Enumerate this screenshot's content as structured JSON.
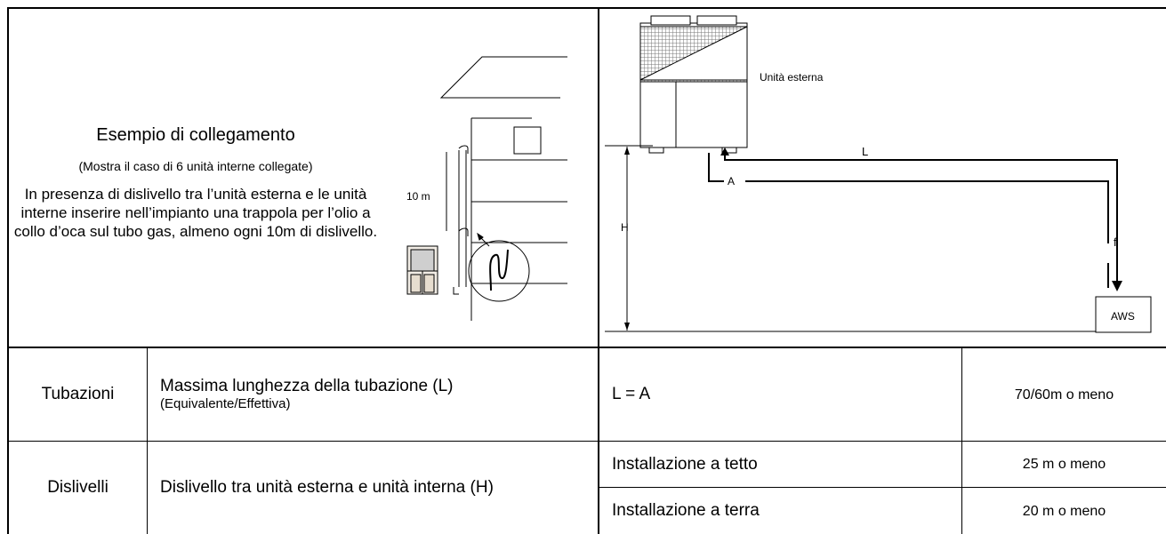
{
  "example": {
    "title": "Esempio di collegamento",
    "subtitle": "(Mostra il caso di 6 unità interne collegate)",
    "body": "In presenza di dislivello tra l’unità esterna e le unità interne inserire nell’impianto una trappola per l’olio a collo d’oca sul tubo gas, almeno ogni 10m di dislivello."
  },
  "building_diagram": {
    "height_label": "10 m"
  },
  "piping_diagram": {
    "outdoor_unit_label": "Unità esterna",
    "label_L": "L",
    "label_A": "A",
    "label_H": "H",
    "label_f": "f",
    "indoor_unit_label": "AWS"
  },
  "table": {
    "rows": [
      {
        "category": "Tubazioni",
        "description_main": "Massima lunghezza della tubazione (L)",
        "description_sub": "(Equivalente/Effettiva)",
        "condition": "L = A",
        "value": "70/60m o meno"
      },
      {
        "category": "Dislivelli",
        "description_main": "Dislivello tra unità esterna e unità interna (H)",
        "conditions": [
          {
            "condition": "Installazione a tetto",
            "value": "25 m o meno"
          },
          {
            "condition": "Installazione a terra",
            "value": "20 m o meno"
          }
        ]
      }
    ]
  }
}
